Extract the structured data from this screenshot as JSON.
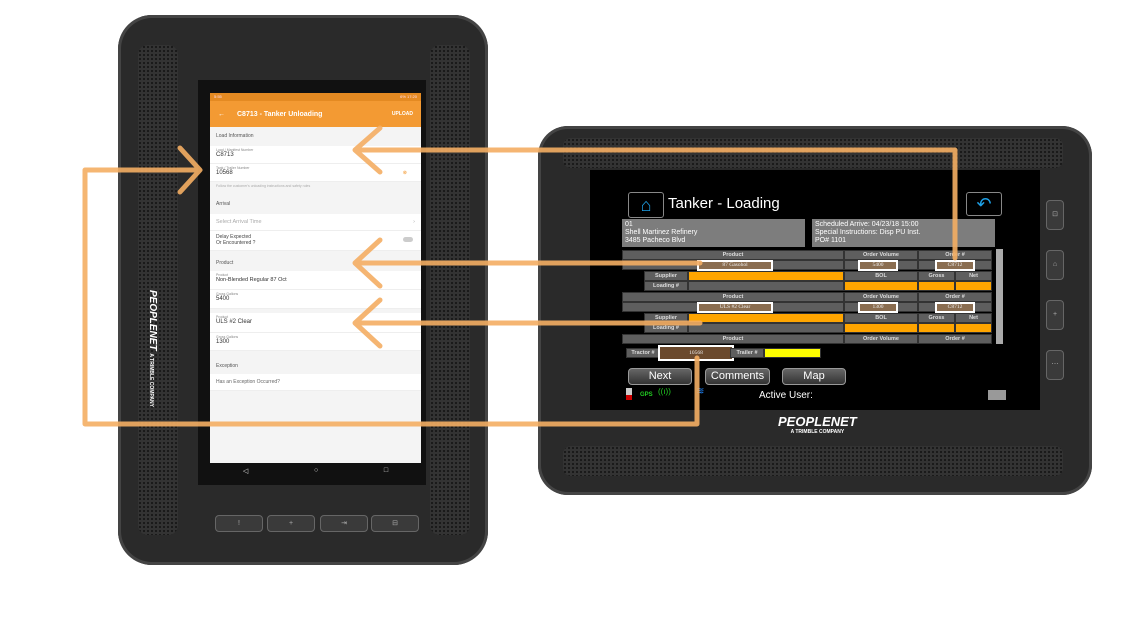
{
  "left_device": {
    "status_left": "5:55",
    "status_right": "6% 17:20",
    "title": "C8713 - Tanker Unloading",
    "upload": "UPLOAD",
    "sections": {
      "load": "Load Information",
      "arrival": "Arrival",
      "product": "Product",
      "exception": "Exception"
    },
    "load_number": {
      "label": "Load / Manifest Number",
      "value": "C8713"
    },
    "tank_number": {
      "label": "Tank / Trailer Number",
      "value": "10568"
    },
    "hint": "Follow the customer's unloading instructions and safety rules",
    "arrival_time": "Select Arrival Time",
    "delay": "Delay Expected\nOr Encountered ?",
    "products": [
      {
        "label": "Product",
        "value": "Non-Blended Regular 87 Oct",
        "gal_label": "Gross Gallons",
        "gal": "5400"
      },
      {
        "label": "Product",
        "value": "ULS #2 Clear",
        "gal_label": "Gross Gallons",
        "gal": "1300"
      }
    ],
    "exception_q": "Has an Exception Occurred?",
    "brand": "PEOPLENET",
    "brand_sub": "A TRIMBLE COMPANY"
  },
  "right_device": {
    "title": "Tanker - Loading",
    "info_left": [
      "01",
      "Shell Martinez Refinery",
      "3485 Pacheco Blvd"
    ],
    "info_right": [
      "Scheduled Arrive: 04/23/18 15:00",
      "Special Instructions: Disp PU Inst.",
      "PO# 1101"
    ],
    "headers": {
      "product": "Product",
      "order_volume": "Order Volume",
      "order_no": "Order #",
      "supplier": "Supplier",
      "loading": "Loading #",
      "bol": "BOL",
      "gross": "Gross",
      "net": "Net"
    },
    "rows": [
      {
        "product": "87 Gasohol",
        "volume": "5400",
        "order": "C8712"
      },
      {
        "product": "ULS #2 Clear",
        "volume": "1300",
        "order": "C8712"
      }
    ],
    "tractor_label": "Tractor #",
    "tractor": "10568",
    "trailer_label": "Trailer #",
    "buttons": {
      "next": "Next",
      "comments": "Comments",
      "map": "Map"
    },
    "gps": "GPS",
    "active_user": "Active User:",
    "brand": "PEOPLENET",
    "brand_sub": "A TRIMBLE COMPANY"
  },
  "colors": {
    "arrow": "#f4ae63",
    "accent": "#f39a33",
    "field": "#ffa500"
  }
}
